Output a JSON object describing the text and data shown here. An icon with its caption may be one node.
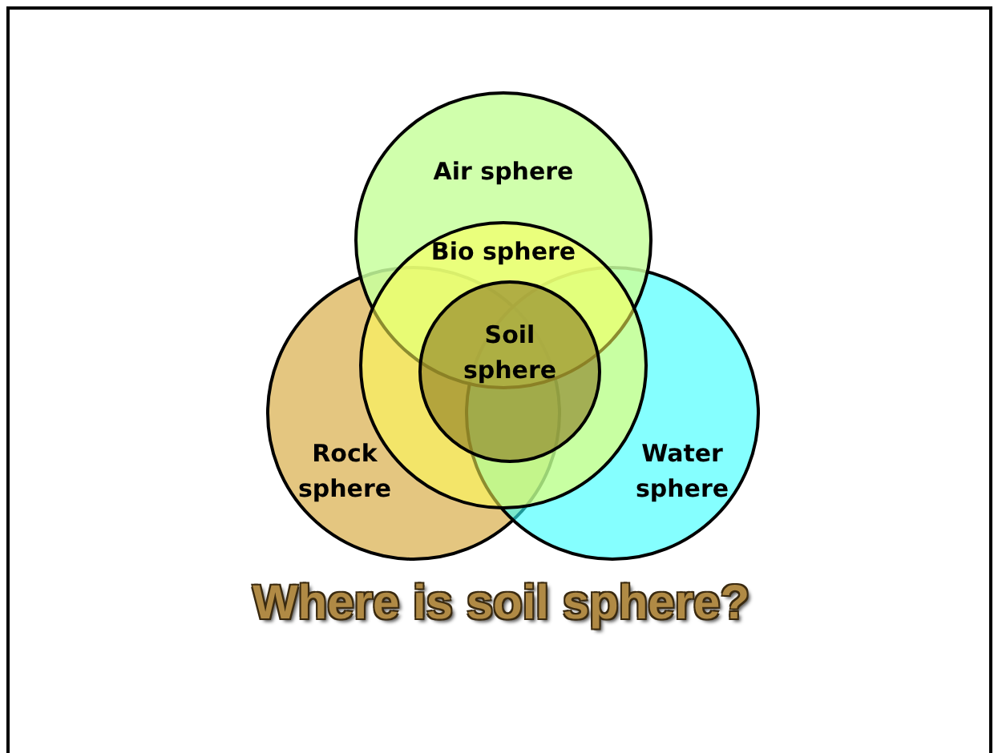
{
  "diagram": {
    "caption": "Where is soil sphere?",
    "nodes": [
      {
        "text": [
          "Air sphere"
        ]
      },
      {
        "text": [
          "Bio sphere"
        ]
      },
      {
        "text": [
          "Soil sphere"
        ],
        "in": 1
      },
      {
        "text": [
          "Rock sphere"
        ]
      },
      {
        "text": [
          "Water sphere"
        ]
      }
    ]
  }
}
